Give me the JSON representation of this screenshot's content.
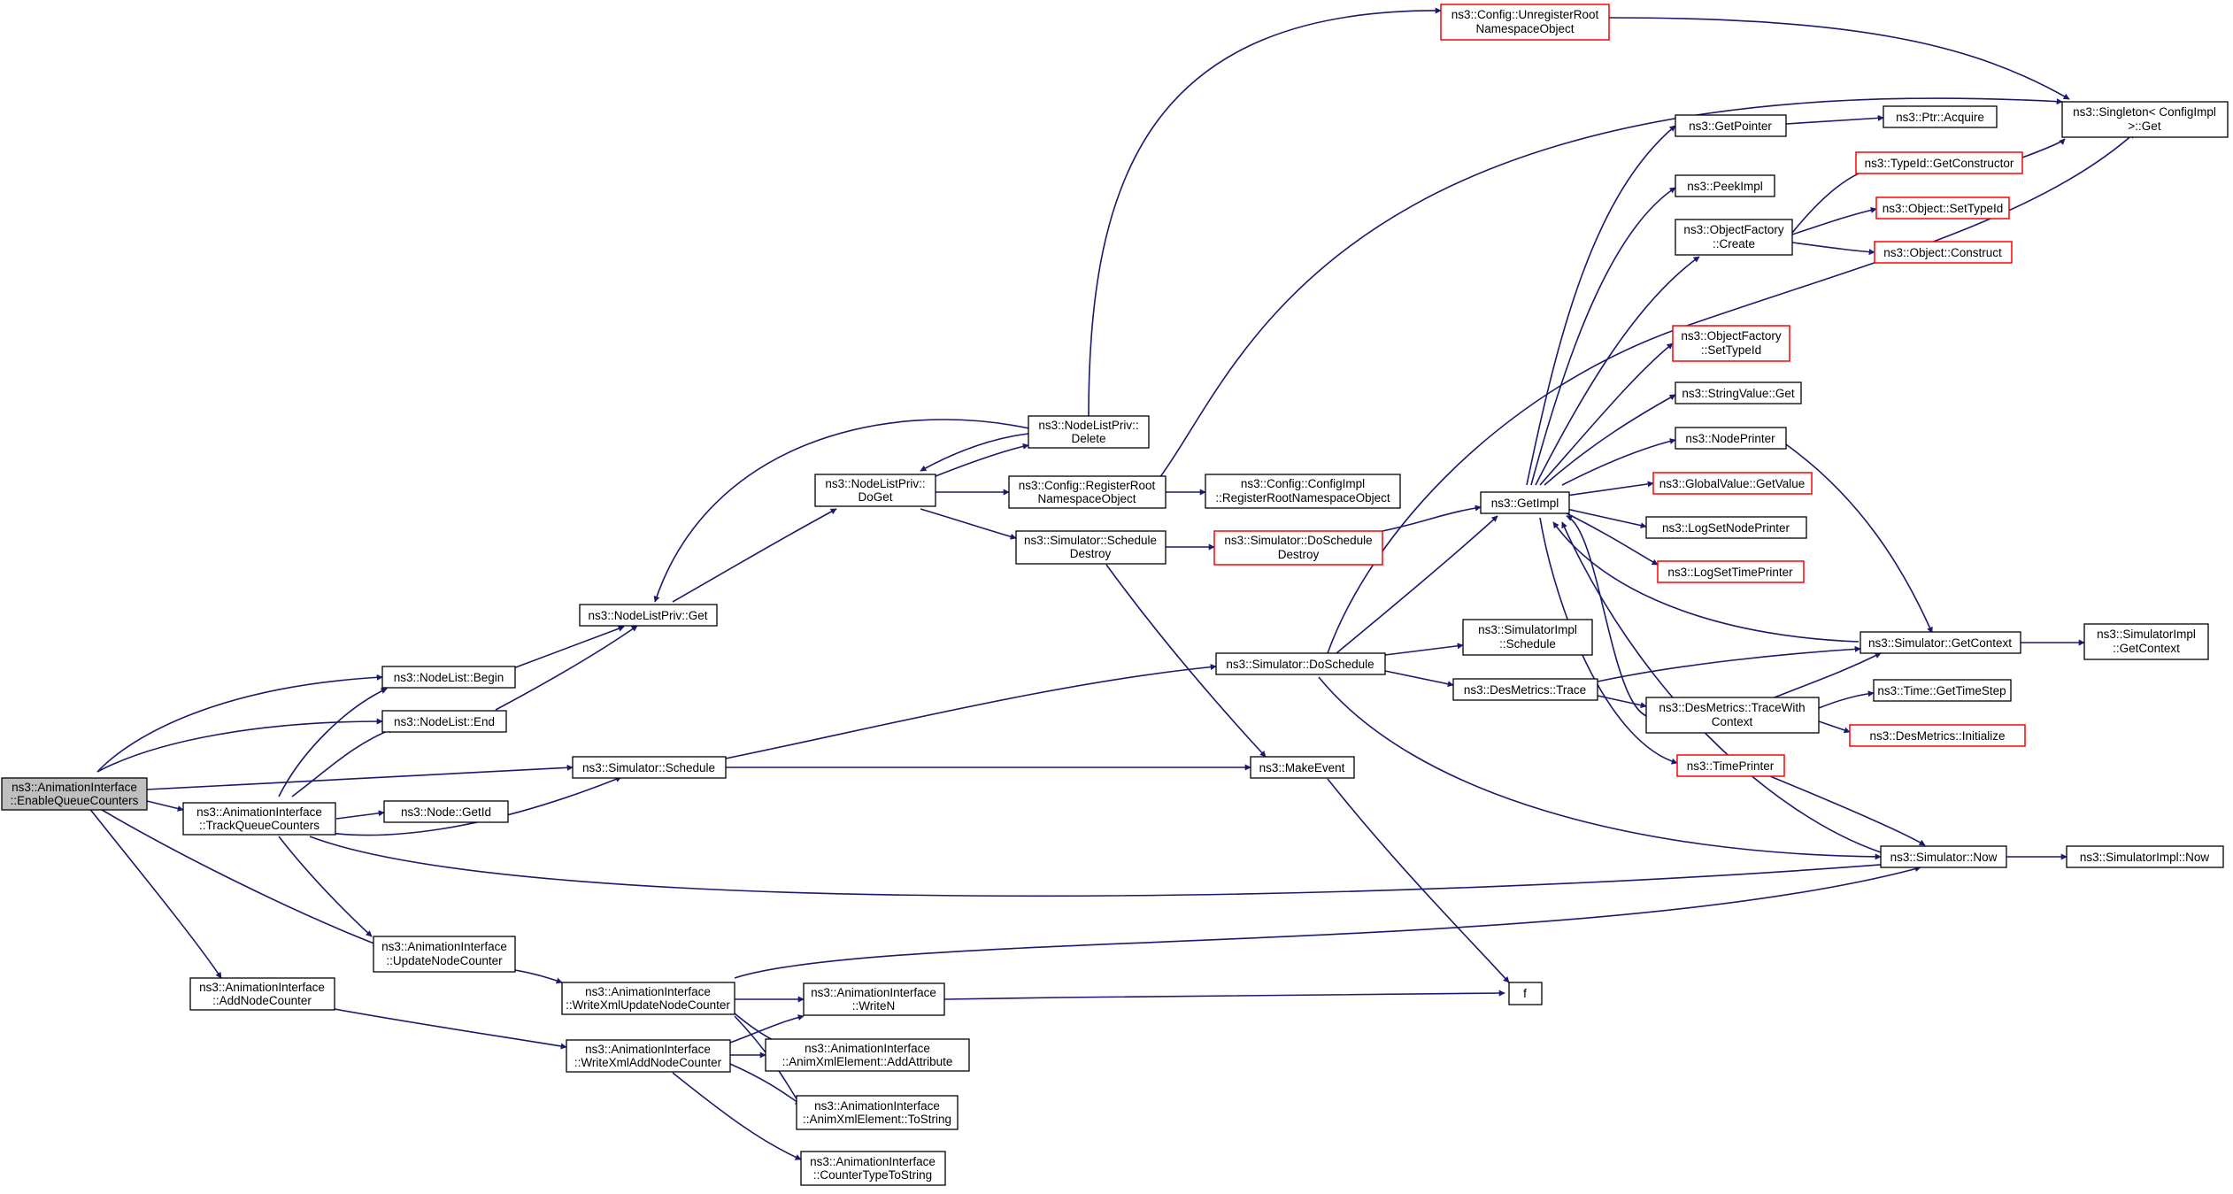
{
  "colors": {
    "edge": "#191970",
    "root_fill": "#bfbfbf",
    "node_border": "#000000",
    "truncated_border": "#ff0000",
    "text": "#000000"
  },
  "nodes": [
    {
      "id": "enable",
      "lines": [
        "ns3::AnimationInterface",
        "::EnableQueueCounters"
      ],
      "style": "root"
    },
    {
      "id": "begin",
      "lines": [
        "ns3::NodeList::Begin"
      ],
      "style": "normal"
    },
    {
      "id": "end",
      "lines": [
        "ns3::NodeList::End"
      ],
      "style": "normal"
    },
    {
      "id": "track",
      "lines": [
        "ns3::AnimationInterface",
        "::TrackQueueCounters"
      ],
      "style": "normal"
    },
    {
      "id": "addnc",
      "lines": [
        "ns3::AnimationInterface",
        "::AddNodeCounter"
      ],
      "style": "normal"
    },
    {
      "id": "nlpget",
      "lines": [
        "ns3::NodeListPriv::Get"
      ],
      "style": "normal"
    },
    {
      "id": "schedule",
      "lines": [
        "ns3::Simulator::Schedule"
      ],
      "style": "normal"
    },
    {
      "id": "getid",
      "lines": [
        "ns3::Node::GetId"
      ],
      "style": "normal"
    },
    {
      "id": "updnc",
      "lines": [
        "ns3::AnimationInterface",
        "::UpdateNodeCounter"
      ],
      "style": "normal"
    },
    {
      "id": "doget",
      "lines": [
        "ns3::NodeListPriv::",
        "DoGet"
      ],
      "style": "normal"
    },
    {
      "id": "wxunc",
      "lines": [
        "ns3::AnimationInterface",
        "::WriteXmlUpdateNodeCounter"
      ],
      "style": "normal"
    },
    {
      "id": "wxanc",
      "lines": [
        "ns3::AnimationInterface",
        "::WriteXmlAddNodeCounter"
      ],
      "style": "normal"
    },
    {
      "id": "writen",
      "lines": [
        "ns3::AnimationInterface",
        "::WriteN"
      ],
      "style": "normal"
    },
    {
      "id": "addattr",
      "lines": [
        "ns3::AnimationInterface",
        "::AnimXmlElement::AddAttribute"
      ],
      "style": "normal"
    },
    {
      "id": "tostring",
      "lines": [
        "ns3::AnimationInterface",
        "::AnimXmlElement::ToString"
      ],
      "style": "normal"
    },
    {
      "id": "cttostr",
      "lines": [
        "ns3::AnimationInterface",
        "::CounterTypeToString"
      ],
      "style": "normal"
    },
    {
      "id": "nlpdelete",
      "lines": [
        "ns3::NodeListPriv::",
        "Delete"
      ],
      "style": "normal"
    },
    {
      "id": "cfgreg",
      "lines": [
        "ns3::Config::RegisterRoot",
        "NamespaceObject"
      ],
      "style": "normal"
    },
    {
      "id": "schdestroy",
      "lines": [
        "ns3::Simulator::Schedule",
        "Destroy"
      ],
      "style": "normal"
    },
    {
      "id": "cfgunreg",
      "lines": [
        "ns3::Config::UnregisterRoot",
        "NamespaceObject"
      ],
      "style": "truncated"
    },
    {
      "id": "cfgimplreg",
      "lines": [
        "ns3::Config::ConfigImpl",
        "::RegisterRootNamespaceObject"
      ],
      "style": "normal"
    },
    {
      "id": "dosdestroy",
      "lines": [
        "ns3::Simulator::DoSchedule",
        "Destroy"
      ],
      "style": "truncated"
    },
    {
      "id": "doschedule",
      "lines": [
        "ns3::Simulator::DoSchedule"
      ],
      "style": "normal"
    },
    {
      "id": "makeevent",
      "lines": [
        "ns3::MakeEvent"
      ],
      "style": "normal"
    },
    {
      "id": "simimplsch",
      "lines": [
        "ns3::SimulatorImpl",
        "::Schedule"
      ],
      "style": "normal"
    },
    {
      "id": "desmtrace",
      "lines": [
        "ns3::DesMetrics::Trace"
      ],
      "style": "normal"
    },
    {
      "id": "getimpl",
      "lines": [
        "ns3::GetImpl"
      ],
      "style": "normal"
    },
    {
      "id": "f",
      "lines": [
        "f"
      ],
      "style": "normal"
    },
    {
      "id": "getpointer",
      "lines": [
        "ns3::GetPointer"
      ],
      "style": "normal"
    },
    {
      "id": "peekimpl",
      "lines": [
        "ns3::PeekImpl"
      ],
      "style": "normal"
    },
    {
      "id": "ofcreate",
      "lines": [
        "ns3::ObjectFactory",
        "::Create"
      ],
      "style": "normal"
    },
    {
      "id": "ofsettypeid",
      "lines": [
        "ns3::ObjectFactory",
        "::SetTypeId"
      ],
      "style": "truncated"
    },
    {
      "id": "strvalget",
      "lines": [
        "ns3::StringValue::Get"
      ],
      "style": "normal"
    },
    {
      "id": "nodeprinter",
      "lines": [
        "ns3::NodePrinter"
      ],
      "style": "normal"
    },
    {
      "id": "gvgetvalue",
      "lines": [
        "ns3::GlobalValue::GetValue"
      ],
      "style": "truncated"
    },
    {
      "id": "logsetnp",
      "lines": [
        "ns3::LogSetNodePrinter"
      ],
      "style": "normal"
    },
    {
      "id": "logsettp",
      "lines": [
        "ns3::LogSetTimePrinter"
      ],
      "style": "truncated"
    },
    {
      "id": "timeprinter",
      "lines": [
        "ns3::TimePrinter"
      ],
      "style": "truncated"
    },
    {
      "id": "desmtwc",
      "lines": [
        "ns3::DesMetrics::TraceWith",
        "Context"
      ],
      "style": "normal"
    },
    {
      "id": "ptracquire",
      "lines": [
        "ns3::Ptr::Acquire"
      ],
      "style": "normal"
    },
    {
      "id": "tidgetctor",
      "lines": [
        "ns3::TypeId::GetConstructor"
      ],
      "style": "truncated"
    },
    {
      "id": "objsettypeid",
      "lines": [
        "ns3::Object::SetTypeId"
      ],
      "style": "truncated"
    },
    {
      "id": "objconstruct",
      "lines": [
        "ns3::Object::Construct"
      ],
      "style": "truncated"
    },
    {
      "id": "simgetctx",
      "lines": [
        "ns3::Simulator::GetContext"
      ],
      "style": "normal"
    },
    {
      "id": "timegetts",
      "lines": [
        "ns3::Time::GetTimeStep"
      ],
      "style": "normal"
    },
    {
      "id": "desminit",
      "lines": [
        "ns3::DesMetrics::Initialize"
      ],
      "style": "truncated"
    },
    {
      "id": "simnow",
      "lines": [
        "ns3::Simulator::Now"
      ],
      "style": "normal"
    },
    {
      "id": "singleton",
      "lines": [
        "ns3::Singleton< ConfigImpl",
        " >::Get"
      ],
      "style": "normal"
    },
    {
      "id": "simimplctx",
      "lines": [
        "ns3::SimulatorImpl",
        "::GetContext"
      ],
      "style": "normal"
    },
    {
      "id": "simimplnow",
      "lines": [
        "ns3::SimulatorImpl::Now"
      ],
      "style": "normal"
    }
  ]
}
